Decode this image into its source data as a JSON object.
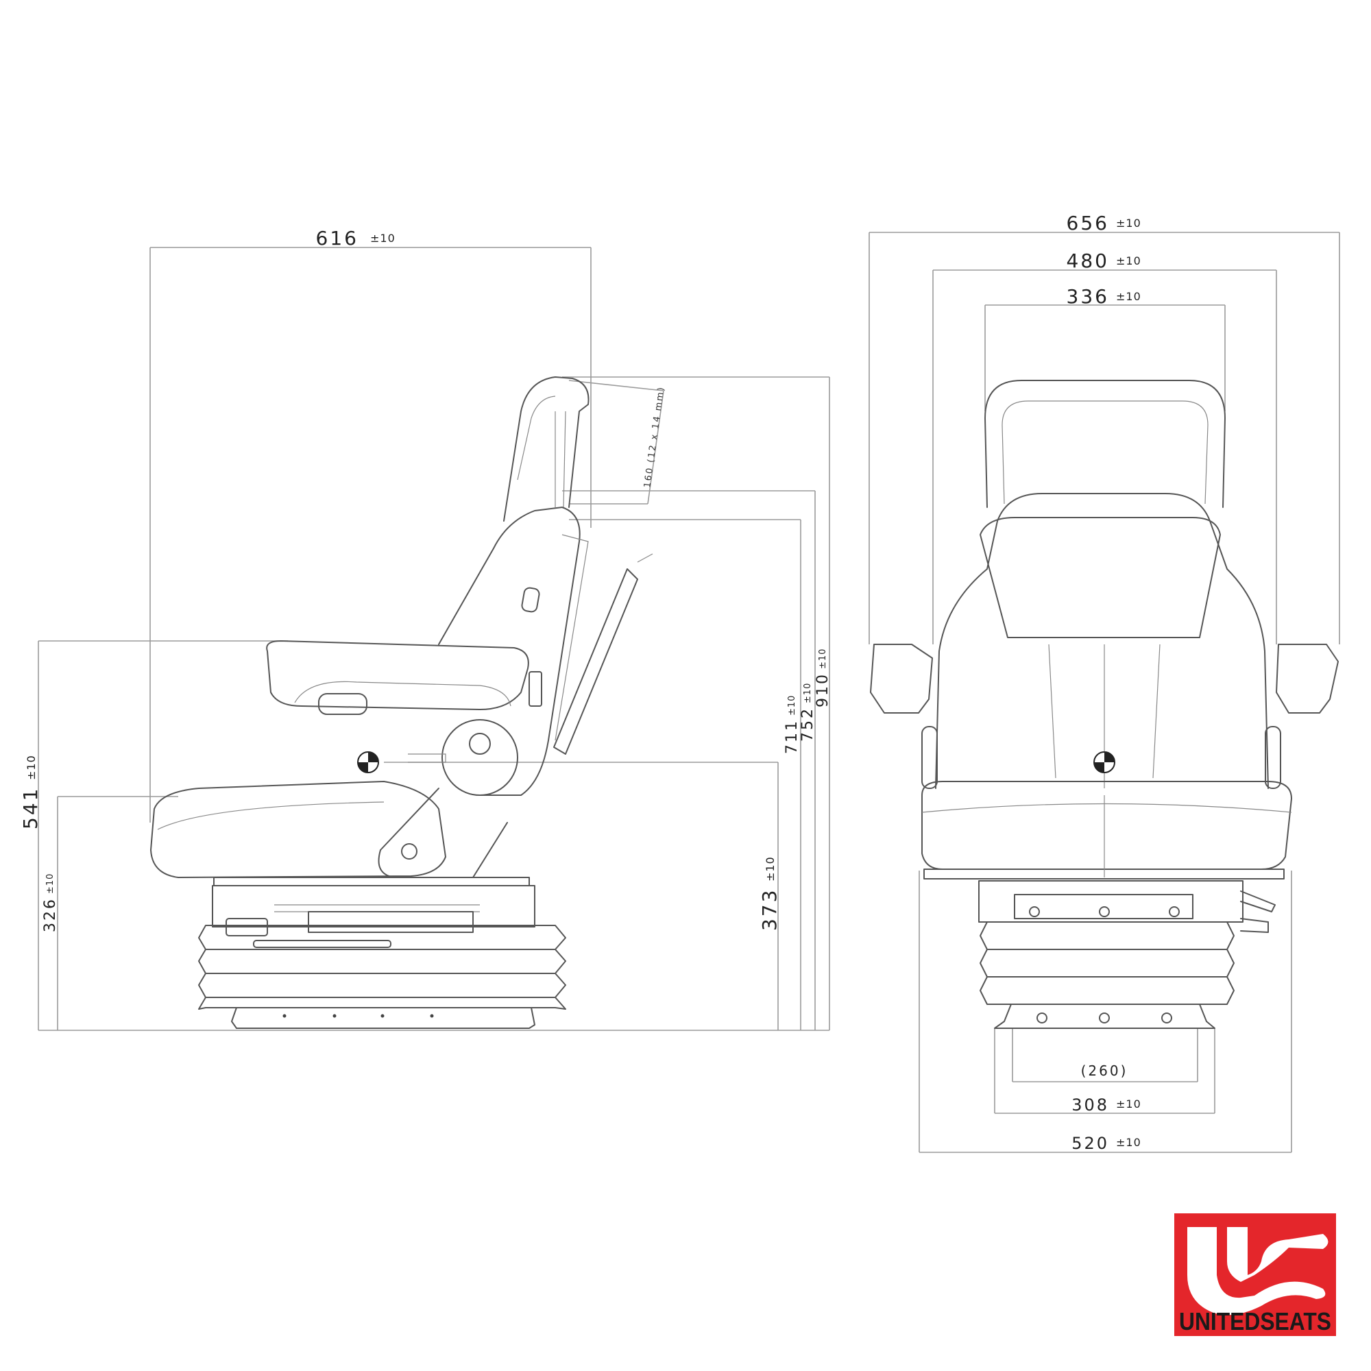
{
  "tolerance": "±10",
  "side_view": {
    "depth": "616",
    "seat_height_top": "541",
    "seat_height_bottom": "326",
    "cg_height": "373",
    "backrest_low": "711",
    "backrest_mid": "752",
    "overall_height": "910",
    "headrest_adjust": "160 (12 x 14 mm)"
  },
  "front_view": {
    "overall_width": "656",
    "armrest_width": "480",
    "backrest_width": "336",
    "mount_inner": "(260)",
    "mount_outer": "308",
    "cushion_width": "520"
  },
  "logo": {
    "text": "UNITEDSEATS",
    "color": "#e4262b"
  }
}
